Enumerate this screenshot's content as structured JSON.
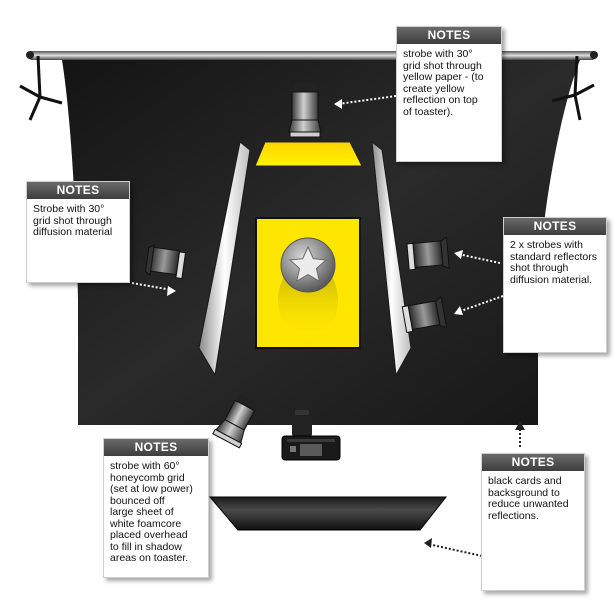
{
  "colors": {
    "backdrop": "#1c1c1c",
    "yellow": "#ffe600",
    "note_header": "#4a4a4a",
    "arrow": "#ffffff"
  },
  "notes": [
    {
      "id": "top",
      "title": "NOTES",
      "text": "strobe with 30°\ngrid shot through\nyellow paper - (to\ncreate yellow\nreflection on top\nof toaster)."
    },
    {
      "id": "left",
      "title": "NOTES",
      "text": "Strobe with 30°\ngrid shot through\ndiffusion material"
    },
    {
      "id": "right",
      "title": "NOTES",
      "text": "2 x strobes with\nstandard reflectors\nshot through\ndiffusion material."
    },
    {
      "id": "bottom-left",
      "title": "NOTES",
      "text": "strobe with 60°\nhoneycomb grid\n(set at low power)\nbounced off\nlarge sheet of\nwhite foamcore\nplaced overhead\nto fill in shadow\nareas on toaster."
    },
    {
      "id": "bottom-right",
      "title": "NOTES",
      "text": "black cards and\nbacksground to\nreduce unwanted\nreflections."
    }
  ]
}
